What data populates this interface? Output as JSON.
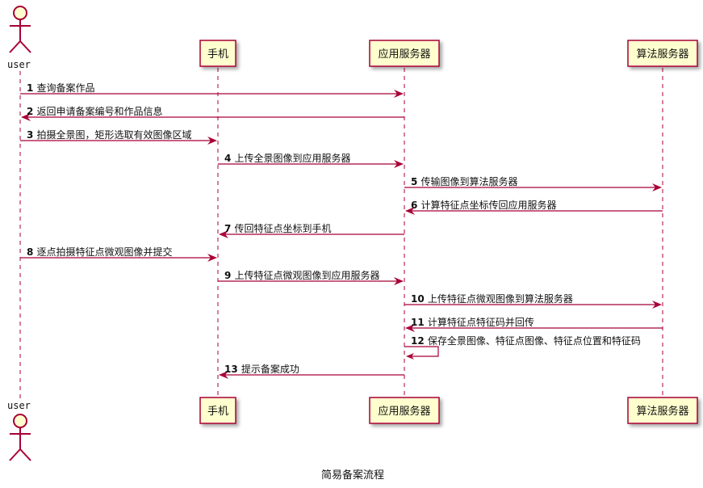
{
  "diagram": {
    "caption": "简易备案流程",
    "participants": [
      {
        "id": "user",
        "label": "user",
        "kind": "actor"
      },
      {
        "id": "phone",
        "label": "手机",
        "kind": "box"
      },
      {
        "id": "app",
        "label": "应用服务器",
        "kind": "box"
      },
      {
        "id": "algo",
        "label": "算法服务器",
        "kind": "box"
      }
    ],
    "messages": [
      {
        "num": "1",
        "text": "查询备案作品",
        "from": "user",
        "to": "app"
      },
      {
        "num": "2",
        "text": "返回申请备案编号和作品信息",
        "from": "app",
        "to": "user"
      },
      {
        "num": "3",
        "text": "拍摄全景图，矩形选取有效图像区域",
        "from": "user",
        "to": "phone"
      },
      {
        "num": "4",
        "text": "上传全景图像到应用服务器",
        "from": "phone",
        "to": "app"
      },
      {
        "num": "5",
        "text": "传输图像到算法服务器",
        "from": "app",
        "to": "algo"
      },
      {
        "num": "6",
        "text": "计算特征点坐标传回应用服务器",
        "from": "algo",
        "to": "app"
      },
      {
        "num": "7",
        "text": "传回特征点坐标到手机",
        "from": "app",
        "to": "phone"
      },
      {
        "num": "8",
        "text": "逐点拍摄特征点微观图像并提交",
        "from": "user",
        "to": "phone"
      },
      {
        "num": "9",
        "text": "上传特征点微观图像到应用服务器",
        "from": "phone",
        "to": "app"
      },
      {
        "num": "10",
        "text": "上传特征点微观图像到算法服务器",
        "from": "app",
        "to": "algo"
      },
      {
        "num": "11",
        "text": "计算特征点特征码并回传",
        "from": "algo",
        "to": "app"
      },
      {
        "num": "12",
        "text": "保存全景图像、特征点图像、特征点位置和特征码",
        "from": "app",
        "to": "app"
      },
      {
        "num": "13",
        "text": "提示备案成功",
        "from": "app",
        "to": "phone"
      }
    ],
    "colors": {
      "arrow": "#A80036",
      "box_fill": "#FEFECE",
      "box_stroke": "#A80036",
      "lifeline": "#A80036"
    }
  }
}
